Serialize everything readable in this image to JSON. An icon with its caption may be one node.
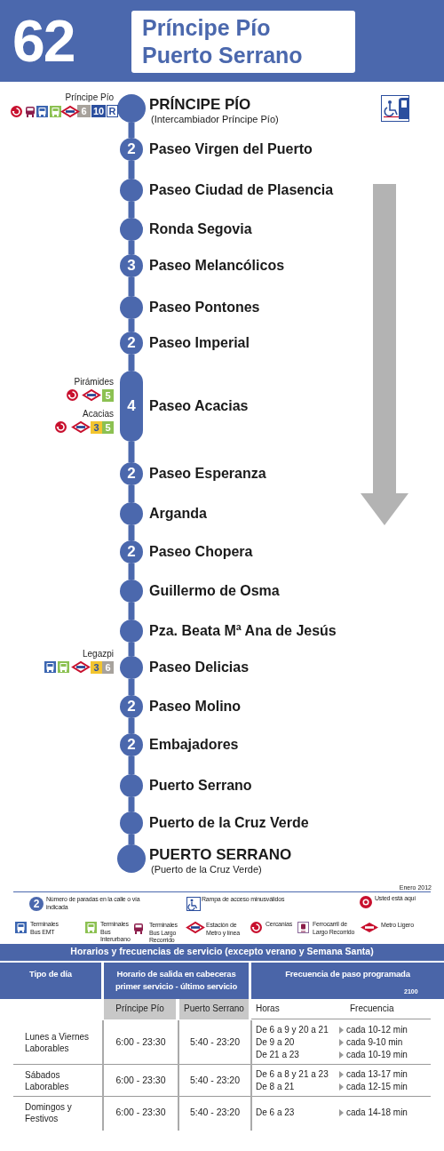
{
  "diagram": {
    "title": "Príncipe Pío Puerto Serrano",
    "nodes": [
      {
        "text": [],
        "shape": "circle",
        "beside": [
          "PRÍNCIPE PÍO",
          "(Intercambiador Príncipe Pío)"
        ]
      },
      {
        "text": [
          "2"
        ],
        "beside": [
          "Paseo Virgen del Puerto"
        ]
      },
      {
        "text": [],
        "shape": "circle",
        "beside": [
          "Paseo Ciudad de Plasencia"
        ]
      },
      {
        "text": [],
        "shape": "circle",
        "beside": [
          "Ronda Segovia"
        ]
      },
      {
        "text": [
          "3"
        ],
        "beside": [
          "Paseo Melancólicos"
        ]
      },
      {
        "text": [],
        "shape": "circle",
        "beside": [
          "Paseo Pontones"
        ]
      },
      {
        "text": [
          "2"
        ],
        "beside": [
          "Paseo Imperial"
        ]
      },
      {
        "text": [
          "4"
        ],
        "beside": [
          "Paseo Acacias"
        ]
      },
      {
        "text": [
          "2"
        ],
        "beside": [
          "Paseo Esperanza"
        ]
      },
      {
        "text": [],
        "shape": "circle",
        "beside": [
          "Arganda"
        ]
      },
      {
        "text": [
          "2"
        ],
        "beside": [
          "Paseo Chopera"
        ]
      },
      {
        "text": [],
        "shape": "circle",
        "beside": [
          "Guillermo de Osma"
        ]
      },
      {
        "text": [],
        "shape": "circle",
        "beside": [
          "Pza. Beata Mª Ana de Jesús"
        ]
      },
      {
        "text": [],
        "shape": "circle",
        "beside": [
          "Paseo Delicias"
        ]
      },
      {
        "text": [
          "2"
        ],
        "beside": [
          "Paseo Molino"
        ]
      },
      {
        "text": [
          "2"
        ],
        "beside": [
          "Embajadores"
        ]
      },
      {
        "text": [],
        "shape": "circle",
        "beside": [
          "Puerto Serrano"
        ]
      },
      {
        "text": [],
        "shape": "circle",
        "beside": [
          "Puerto de la Cruz Verde"
        ]
      },
      {
        "text": [],
        "shape": "circle",
        "beside": [
          "PUERTO SERRANO",
          "(Puerto de la Cruz Verde)"
        ]
      }
    ],
    "edges": [
      {
        "from": 0,
        "to": 1,
        "arrow": "none"
      },
      {
        "from": 1,
        "to": 2,
        "arrow": "none"
      },
      {
        "from": 2,
        "to": 3,
        "arrow": "none"
      },
      {
        "from": 3,
        "to": 4,
        "arrow": "none"
      },
      {
        "from": 4,
        "to": 5,
        "arrow": "none"
      },
      {
        "from": 5,
        "to": 6,
        "arrow": "none"
      },
      {
        "from": 6,
        "to": 7,
        "arrow": "none"
      },
      {
        "from": 7,
        "to": 8,
        "arrow": "none"
      },
      {
        "from": 8,
        "to": 9,
        "arrow": "none"
      },
      {
        "from": 9,
        "to": 10,
        "arrow": "none"
      },
      {
        "from": 10,
        "to": 11,
        "arrow": "none"
      },
      {
        "from": 11,
        "to": 12,
        "arrow": "none"
      },
      {
        "from": 12,
        "to": 13,
        "arrow": "none"
      },
      {
        "from": 13,
        "to": 14,
        "arrow": "none"
      },
      {
        "from": 14,
        "to": 15,
        "arrow": "none"
      },
      {
        "from": 15,
        "to": 16,
        "arrow": "none"
      },
      {
        "from": 16,
        "to": 17,
        "arrow": "none"
      },
      {
        "from": 17,
        "to": 18,
        "arrow": "none"
      }
    ],
    "labels": [
      "62",
      "Príncipe Pío",
      "6",
      "10",
      "R",
      "Pirámides",
      "5",
      "Acacias",
      "3",
      "5",
      "Legazpi",
      "3",
      "6",
      "Enero 2012",
      "Horarios y frecuencias de servicio (excepto verano y Semana Santa)",
      "Tipo de día",
      "Horario de salida en cabeceras primer servicio - último servicio",
      "Frecuencia de paso programada",
      "2100",
      "Príncipe Pío",
      "Puerto Serrano",
      "Horas",
      "Frecuencia",
      "Lunes a Viernes Laborables",
      "6:00 - 23:30",
      "5:40 - 23:20",
      "De 6 a 9 y 20 a 21",
      "cada 10-12 min",
      "De 9 a 20",
      "cada 9-10 min",
      "De 21 a 23",
      "cada 10-19 min",
      "Sábados Laborables",
      "6:00 - 23:30",
      "5:40 - 23:20",
      "De 6 a 8 y 21 a 23",
      "cada 13-17 min",
      "De 8 a 21",
      "cada 12-15 min",
      "Domingos y Festivos",
      "6:00 - 23:30",
      "5:40 - 23:20",
      "De 6 a 23",
      "cada 14-18 min",
      "2"
    ],
    "legend": [
      {
        "text": "Número de paradas en la calle o vía indicada"
      },
      {
        "text": "Rampa de acceso minusválidos"
      },
      {
        "text": "Usted está aquí"
      },
      {
        "text": "Terminales Bus EMT"
      },
      {
        "text": "Terminales Bus Interurbano"
      },
      {
        "text": "Terminales Bus Largo Recorrido"
      },
      {
        "text": "Estación de Metro y línea"
      },
      {
        "text": "Cercanías"
      },
      {
        "text": "Ferrocarril de Largo Recorrido"
      },
      {
        "text": "Metro Ligero"
      }
    ]
  }
}
